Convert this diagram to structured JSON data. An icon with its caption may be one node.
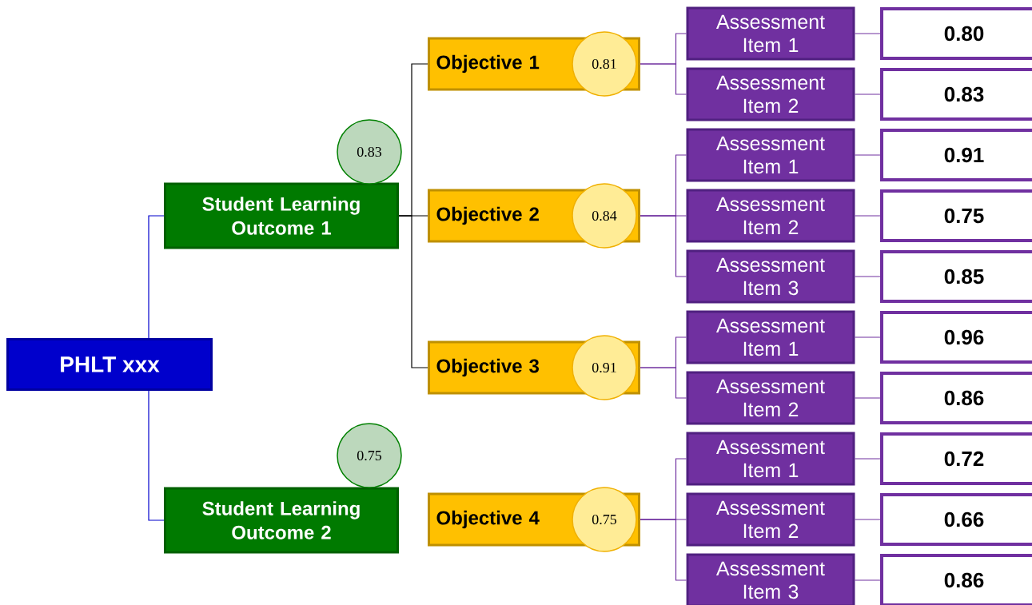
{
  "diagram": {
    "nodes": [
      {
        "text": [
          "PHLT xxx"
        ]
      },
      {
        "text": [
          "Student Learning Outcome 1"
        ]
      },
      {
        "text": [
          "0.83"
        ]
      },
      {
        "text": [
          "Objective 1"
        ]
      },
      {
        "text": [
          "0.81"
        ]
      },
      {
        "text": [
          "Assessment Item 1"
        ]
      },
      {
        "text": [
          "0.80"
        ]
      },
      {
        "text": [
          "Assessment Item 2"
        ]
      },
      {
        "text": [
          "0.83"
        ]
      },
      {
        "text": [
          "Objective 2"
        ]
      },
      {
        "text": [
          "0.84"
        ]
      },
      {
        "text": [
          "Assessment Item 1"
        ]
      },
      {
        "text": [
          "0.91"
        ]
      },
      {
        "text": [
          "Assessment Item 2"
        ]
      },
      {
        "text": [
          "0.75"
        ]
      },
      {
        "text": [
          "Assessment Item 3"
        ]
      },
      {
        "text": [
          "0.85"
        ]
      },
      {
        "text": [
          "Objective 3"
        ]
      },
      {
        "text": [
          "0.91"
        ]
      },
      {
        "text": [
          "Assessment Item 1"
        ]
      },
      {
        "text": [
          "0.96"
        ]
      },
      {
        "text": [
          "Assessment Item 2"
        ]
      },
      {
        "text": [
          "0.86"
        ]
      },
      {
        "text": [
          "Student Learning Outcome 2"
        ]
      },
      {
        "text": [
          "0.75"
        ]
      },
      {
        "text": [
          "Objective 4"
        ]
      },
      {
        "text": [
          "0.75"
        ]
      },
      {
        "text": [
          "Assessment Item 1"
        ]
      },
      {
        "text": [
          "0.72"
        ]
      },
      {
        "text": [
          "Assessment Item 2"
        ]
      },
      {
        "text": [
          "0.66"
        ]
      },
      {
        "text": [
          "Assessment Item 3"
        ]
      },
      {
        "text": [
          "0.86"
        ]
      }
    ],
    "edges": [
      {
        "from": 0,
        "to": 1,
        "arrow": "none",
        "color": "#0000cc"
      },
      {
        "from": 0,
        "to": 23,
        "arrow": "none",
        "color": "#0000cc"
      },
      {
        "from": 1,
        "to": 3,
        "arrow": "none",
        "color": "#000000"
      },
      {
        "from": 1,
        "to": 9,
        "arrow": "none",
        "color": "#000000"
      },
      {
        "from": 1,
        "to": 17,
        "arrow": "none",
        "color": "#000000"
      },
      {
        "from": 3,
        "to": 5,
        "arrow": "none"
      },
      {
        "from": 3,
        "to": 7,
        "arrow": "none"
      },
      {
        "from": 9,
        "to": 11,
        "arrow": "none"
      },
      {
        "from": 9,
        "to": 13,
        "arrow": "none"
      },
      {
        "from": 9,
        "to": 15,
        "arrow": "none"
      },
      {
        "from": 17,
        "to": 19,
        "arrow": "none"
      },
      {
        "from": 17,
        "to": 21,
        "arrow": "none"
      },
      {
        "from": 25,
        "to": 27,
        "arrow": "none"
      },
      {
        "from": 25,
        "to": 29,
        "arrow": "none"
      },
      {
        "from": 25,
        "to": 31,
        "arrow": "none"
      },
      {
        "from": 5,
        "to": 6,
        "arrow": "none"
      },
      {
        "from": 7,
        "to": 8,
        "arrow": "none"
      },
      {
        "from": 11,
        "to": 12,
        "arrow": "none"
      },
      {
        "from": 13,
        "to": 14,
        "arrow": "none"
      },
      {
        "from": 15,
        "to": 16,
        "arrow": "none"
      },
      {
        "from": 19,
        "to": 20,
        "arrow": "none"
      },
      {
        "from": 21,
        "to": 22,
        "arrow": "none"
      },
      {
        "from": 27,
        "to": 28,
        "arrow": "none"
      },
      {
        "from": 29,
        "to": 30,
        "arrow": "none"
      },
      {
        "from": 31,
        "to": 32,
        "arrow": "none"
      }
    ]
  }
}
